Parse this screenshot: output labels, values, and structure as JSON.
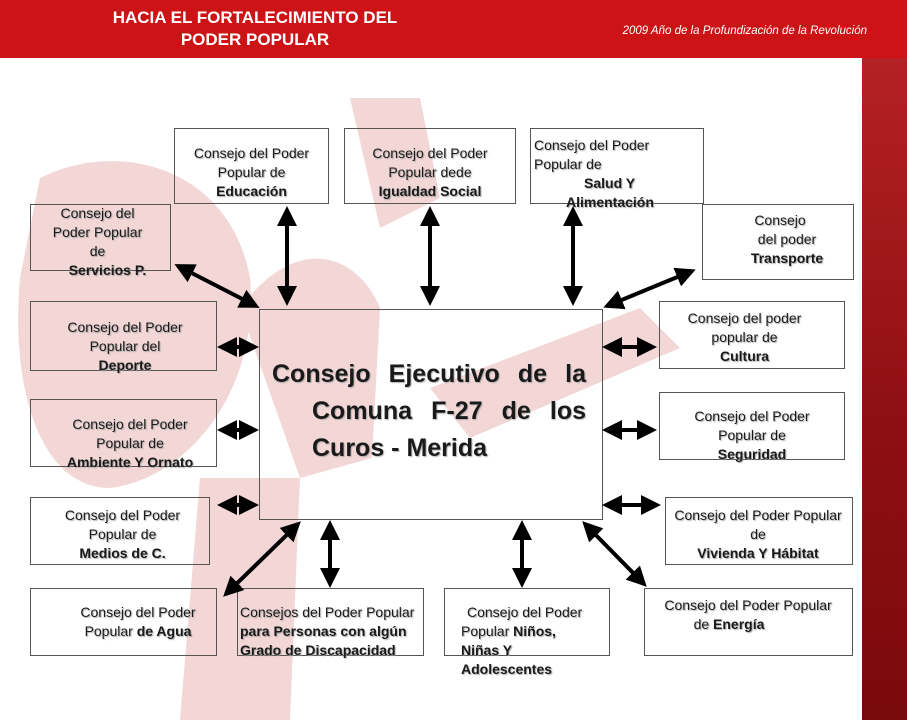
{
  "header": {
    "title_line1": "HACIA EL FORTALECIMIENTO DEL",
    "title_line2": "PODER POPULAR",
    "subtitle": "2009  Año de la Profundización de la Revolución",
    "background_color": "#cc1417"
  },
  "center": {
    "line1": "Consejo Ejecutivo de la",
    "line2": "Comuna F-27 de los",
    "line3": "Curos - Merida"
  },
  "councils": {
    "educacion": {
      "l1": "Consejo del Poder",
      "l2": "Popular de",
      "l3": "Educación"
    },
    "igualdad": {
      "l1": "Consejo del Poder",
      "l2": "Popular dede",
      "l3": "Igualdad Social"
    },
    "salud": {
      "l1": "Consejo del Poder",
      "l2": "Popular de",
      "l3": "Salud   Y",
      "l4": "Alimentación"
    },
    "transporte": {
      "l1": "Consejo",
      "l2": "del poder",
      "l3": "Transporte"
    },
    "servicios": {
      "l1": "Consejo del",
      "l2": "Poder Popular",
      "l3": "de",
      "l4": "Servicios P."
    },
    "deporte": {
      "l1": "Consejo del Poder",
      "l2": "Popular del",
      "l3": "Deporte"
    },
    "ambiente": {
      "l1": "Consejo del Poder",
      "l2": "Popular de",
      "l3": "Ambiente Y Ornato"
    },
    "medios": {
      "l1": "Consejo del Poder",
      "l2": "Popular de",
      "l3": "Medios de  C."
    },
    "agua": {
      "l1": "Consejo del Poder",
      "l2a": "Popular ",
      "l2b": "de Agua"
    },
    "discapacidad": {
      "l1": "Consejos del Poder Popular",
      "l2": "para Personas con algún",
      "l3": "Grado de Discapacidad"
    },
    "ninos": {
      "l1": "Consejo del Poder",
      "l2a": "Popular ",
      "l2b": "Niños,",
      "l3": "Niñas Y",
      "l4": "Adolescentes"
    },
    "energia": {
      "l1": "Consejo del Poder Popular",
      "l2a": "de ",
      "l2b": "Energía"
    },
    "cultura": {
      "l1": "Consejo del poder",
      "l2": "popular de",
      "l3": "Cultura"
    },
    "seguridad": {
      "l1": "Consejo del Poder",
      "l2": "Popular de",
      "l3": "Seguridad"
    },
    "vivienda": {
      "l1": "Consejo del Poder Popular",
      "l2": "de",
      "l3": "Vivienda Y Hábitat"
    }
  }
}
